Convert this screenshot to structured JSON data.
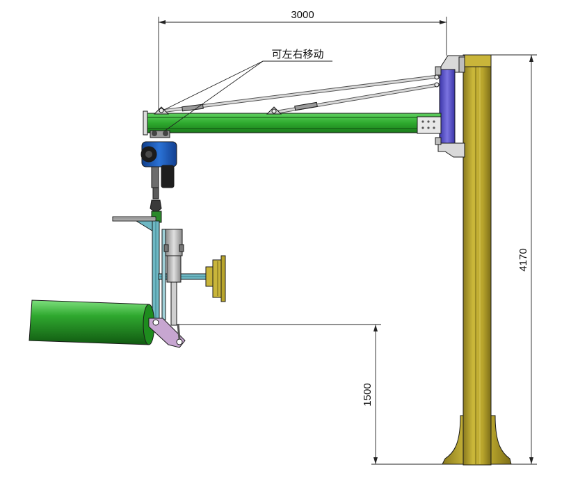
{
  "dimensions": {
    "boom_length": "3000",
    "column_height": "4170",
    "lift_height": "1500"
  },
  "annotation": {
    "label": "可左右移动"
  },
  "colors": {
    "boom": "#2eaa2e",
    "column": "#b8a52e",
    "hoist": "#1f5fc2",
    "drum": "#2fa82f",
    "clamp_link": "#c7a6d1",
    "frame": "#6fb8c4",
    "dim_line": "#222222"
  },
  "icons": {
    "hoist": "electric-chain-hoist",
    "drum": "roll-cylinder"
  }
}
